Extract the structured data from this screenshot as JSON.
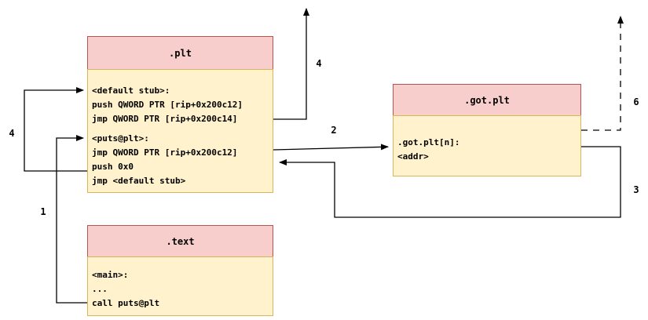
{
  "diagram": {
    "boxes": {
      "plt": {
        "title": ".plt",
        "lines": [
          "<default stub>:",
          "push QWORD PTR [rip+0x200c12]",
          "jmp QWORD PTR [rip+0x200c14]",
          "",
          "<puts@plt>:",
          "jmp QWORD PTR [rip+0x200c12]",
          "push 0x0",
          "jmp <default stub>"
        ]
      },
      "got_plt": {
        "title": ".got.plt",
        "lines": [
          ".got.plt[n]:",
          "<addr>"
        ]
      },
      "text": {
        "title": ".text",
        "lines": [
          "<main>:",
          "...",
          "call puts@plt"
        ]
      }
    },
    "steps": {
      "s1": "1",
      "s2": "2",
      "s3": "3",
      "s4_loop": "4",
      "s4_resolver": "4",
      "s6": "6"
    },
    "colors": {
      "header_fill": "#f8cecc",
      "header_border": "#b85450",
      "body_fill": "#fff2cc",
      "body_border": "#d6b656",
      "arrow": "#000000",
      "background": "#ffffff"
    }
  }
}
